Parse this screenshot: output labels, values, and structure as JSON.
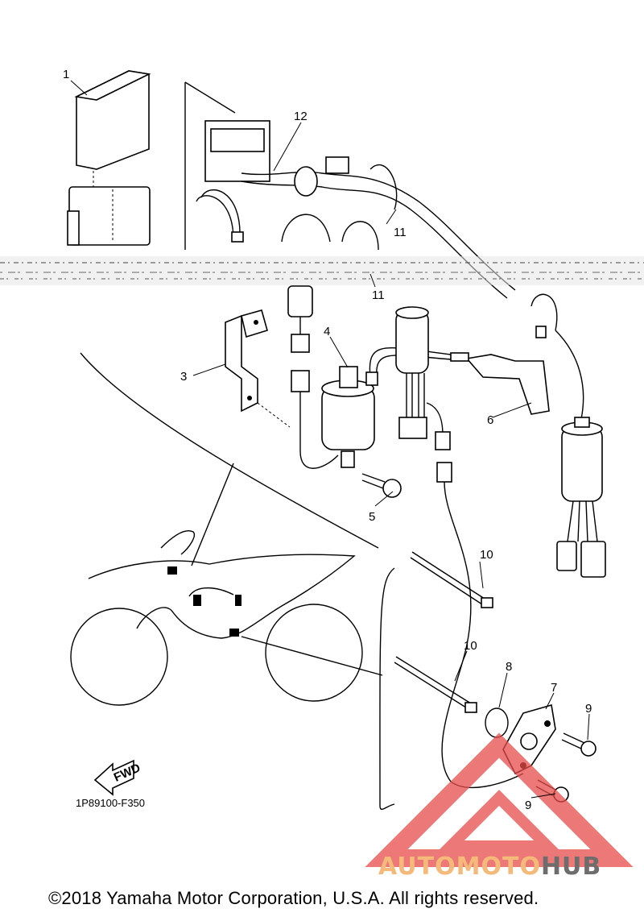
{
  "callouts": [
    {
      "id": "c1",
      "text": "1"
    },
    {
      "id": "c12",
      "text": "12"
    },
    {
      "id": "c11a",
      "text": "11"
    },
    {
      "id": "c11b",
      "text": "11"
    },
    {
      "id": "c4",
      "text": "4"
    },
    {
      "id": "c3",
      "text": "3"
    },
    {
      "id": "c6",
      "text": "6"
    },
    {
      "id": "c5",
      "text": "5"
    },
    {
      "id": "c10a",
      "text": "10"
    },
    {
      "id": "c10b",
      "text": "10"
    },
    {
      "id": "c8",
      "text": "8"
    },
    {
      "id": "c7",
      "text": "7"
    },
    {
      "id": "c9a",
      "text": "9"
    },
    {
      "id": "c9b",
      "text": "9"
    }
  ],
  "fwd_label": "FWD",
  "diagram_code": "1P89100-F350",
  "copyright": "©2018 Yamaha Motor Corporation, U.S.A. All rights reserved.",
  "watermark": {
    "part1": "AUTOMOTO",
    "part2": "HUB",
    "color1": "#f5b97a",
    "color2": "#6d6d6d",
    "triangle": "#e84b4b"
  }
}
